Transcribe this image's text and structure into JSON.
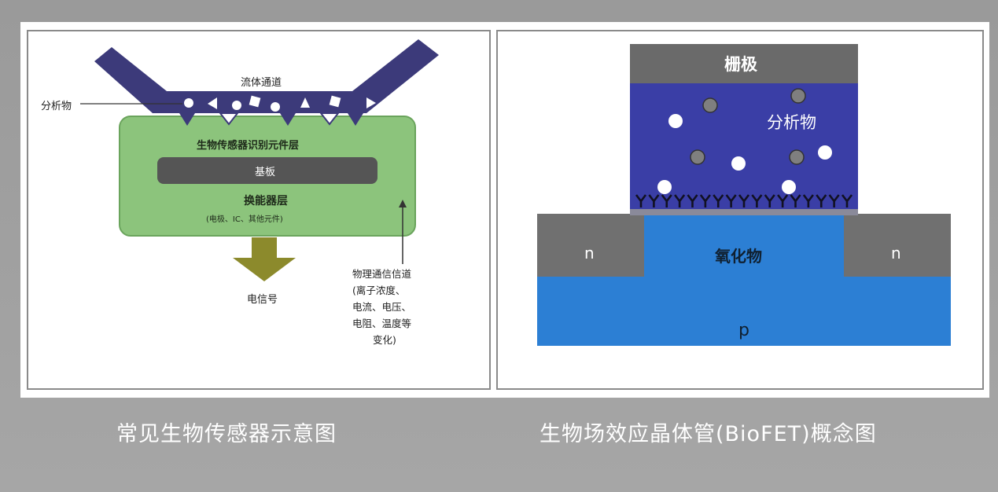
{
  "left": {
    "channel_label": "流体通道",
    "analyte_label": "分析物",
    "recognition_layer_label": "生物传感器识别元件层",
    "substrate_label": "基板",
    "transducer_label": "换能器层",
    "transducer_sub": "(电极、IC、其他元件)",
    "signal_label": "电信号",
    "physical_channel_lines": [
      "物理通信信道",
      "(离子浓度、",
      "电流、电压、",
      "电阻、温度等",
      "变化)"
    ],
    "caption": "常见生物传感器示意图"
  },
  "right": {
    "gate_label": "栅极",
    "analyte_label": "分析物",
    "oxide_label": "氧化物",
    "n_left_label": "n",
    "n_right_label": "n",
    "p_label": "p",
    "caption": "生物场效应晶体管(BioFET)概念图"
  },
  "colors": {
    "channel": "#3c3a7a",
    "recognition": "#8cc47c",
    "substrate": "#555555",
    "arrow": "#8c8a2c",
    "gate": "#6a6a6a",
    "analyte_region": "#3a3ea6",
    "oxide_blue": "#2c7fd4",
    "n_region": "#707070"
  }
}
